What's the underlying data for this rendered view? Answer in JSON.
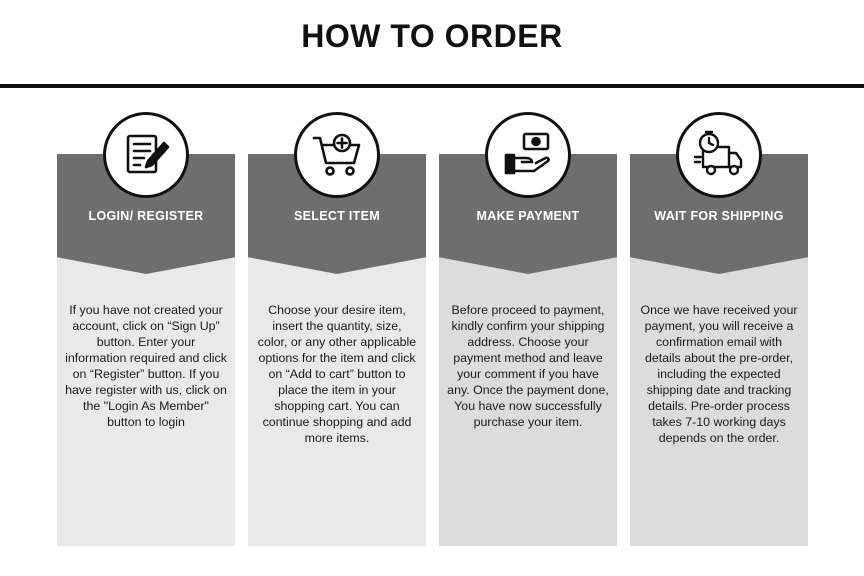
{
  "page": {
    "title": "HOW TO ORDER"
  },
  "steps": [
    {
      "label": "LOGIN/ REGISTER",
      "icon": "document-pen-icon",
      "text": "If you have not created your account, click on “Sign Up” button. Enter your information required and click on “Register” button. If you have register with us, click on the \"Login As Member\" button to login"
    },
    {
      "label": "SELECT ITEM",
      "icon": "shopping-cart-add-icon",
      "text": "Choose your desire item, insert the quantity, size, color, or any other applicable options for the item and click on “Add to cart” button to place the item in your shopping cart. You can continue shopping and add more items."
    },
    {
      "label": "MAKE PAYMENT",
      "icon": "hand-money-icon",
      "text": "Before proceed to payment, kindly confirm your shipping address. Choose your payment method and leave your comment if you have any. Once the payment done, You have now successfully purchase your item."
    },
    {
      "label": "WAIT FOR SHIPPING",
      "icon": "delivery-truck-icon",
      "text": "Once we have received your payment, you will receive a confirmation email with details about the pre-order, including the expected shipping date and tracking details. Pre-order process takes 7-10 working days depends on the order."
    }
  ],
  "colors": {
    "header_band": "#6e6e6e",
    "card_body_light": "#e9e9e9",
    "card_body_dark": "#dcdcdc",
    "rule": "#111111"
  }
}
